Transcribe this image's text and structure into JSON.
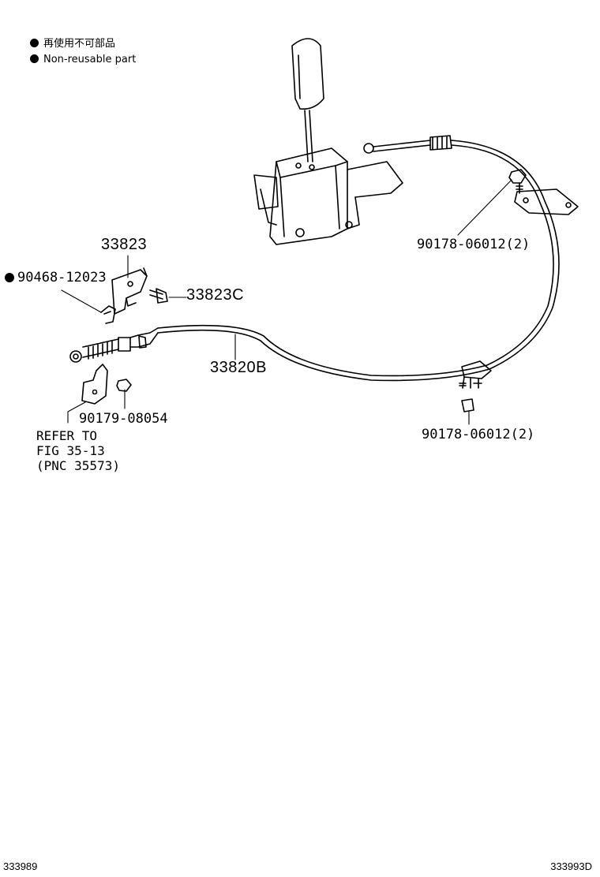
{
  "legend": {
    "japanese": "再使用不可部品",
    "english": "Non-reusable part"
  },
  "parts": {
    "p33823": "33823",
    "p90468": "90468-12023",
    "p33823c": "33823C",
    "p33820b": "33820B",
    "p90178_top": "90178-06012(2)",
    "p90179": "90179-08054",
    "p90178_bottom": "90178-06012(2)"
  },
  "refer": {
    "line1": "REFER TO",
    "line2": "FIG 35-13",
    "line3": "(PNC 35573)"
  },
  "footer": {
    "left": "333989",
    "right": "333993D"
  }
}
